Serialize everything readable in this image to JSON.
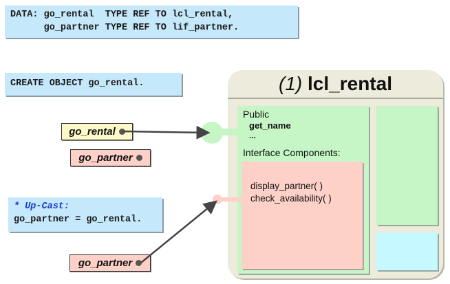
{
  "code": {
    "data_decl_line1": "DATA: go_rental  TYPE REF TO lcl_rental,",
    "data_decl_line2": "      go_partner TYPE REF TO lif_partner.",
    "create_object": "CREATE OBJECT go_rental.",
    "upcast_comment": "* Up-Cast:",
    "upcast_statement": "go_partner = go_rental."
  },
  "references": {
    "go_rental": "go_rental",
    "go_partner_unassigned": "go_partner",
    "go_partner_assigned": "go_partner"
  },
  "class_object": {
    "number": "(1)",
    "name": "lcl_rental",
    "public_label": "Public",
    "public_method": "get_name",
    "ellipsis": "...",
    "interface_label": "Interface Components:",
    "interface_methods": [
      "display_partner( )",
      "check_availability( )"
    ]
  },
  "colors": {
    "code_bg": "#c6e8fb",
    "comment": "#1a3cc8",
    "ref_yellow": "#fdf8c8",
    "ref_pink": "#fdd0c8",
    "class_bg": "#ecebdc",
    "public_green": "#c6f5c6",
    "interface_pink": "#fdd0c8",
    "private_cyan": "#c6f9ff"
  }
}
